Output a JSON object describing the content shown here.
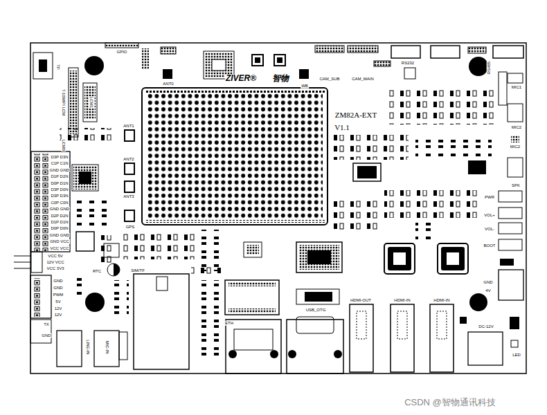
{
  "diagram": {
    "labels": [
      "TP",
      "GPIO",
      "ANT0",
      "ZIVER®",
      "智物",
      "WB",
      "CAM_SUB",
      "CAM_MAIN",
      "RS232",
      "RS485",
      "MIC1",
      "MIC2",
      "MIC2",
      "ZM82A-EXT",
      "V1.1",
      "7-10MIPI LCM",
      "LCM1",
      "LCM0",
      "ANT1",
      "ANT2",
      "ANT3",
      "GPS",
      "D3P D3N",
      "C1P C1N",
      "GND GND",
      "D1P D2N",
      "D0P D1N",
      "D3P D0N",
      "D3P D3N",
      "C0P C0N",
      "GND GND",
      "D2P D2N",
      "D1P D1N",
      "D0P D0N",
      "GND GND",
      "GND VCC",
      "VCC VCC",
      "VCC 5V",
      "12V VCC",
      "VCC 3V3",
      "GND",
      "GND",
      "PWM",
      "5V",
      "12V",
      "12V",
      "RTC",
      "SIM/TF",
      "TX",
      "GND",
      "LINE-IN",
      "MIC-IN",
      "ETH",
      "USB_OTG",
      "HDMI-OUT",
      "HDMI-IN",
      "HDMI-IN",
      "PWR",
      "VOL+",
      "VOL-",
      "BOOT",
      "GND",
      "4V",
      "DC-12V",
      "LED",
      "SPK",
      "CSDN @智物通讯科技"
    ]
  }
}
